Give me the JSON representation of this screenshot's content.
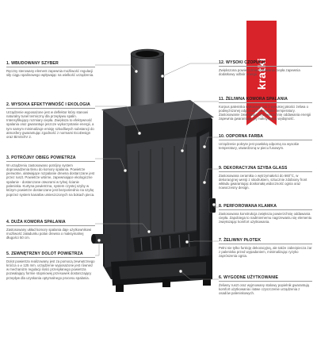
{
  "brand": {
    "name": "kratki",
    "color": "#d8232a"
  },
  "features_left": [
    {
      "title": "1. WBUDOWANY SZYBER",
      "desc": "Ręczny sterowany element zapewnia możliwość regulacji siły ciągu spalinowego wpływając na wielkość urządzenia."
    },
    {
      "title": "2. WYSOKA EFEKTYWNOŚĆ I EKOLOGIA",
      "desc": "Urządzenie wyposażone jest w deflektor który stanowi naturalny tunel termiczny dla przepływu spalin. Intensyfikujący rozmiary ciepła. Zwiększa to efektywność spalania oraz gwarantuje jeszcze wykorzystanie energii, a tym samym minimalizuje emisję szkodliwych substancji do atmosfery gwarantując zgodność z normami EcoDesign oraz BimSchV 2."
    },
    {
      "title": "3. POTRÓJNY OBIEG POWIETRZA",
      "desc": "W urządzeniu zastosowano potrójny system doprowadzenia tlenu do komory spalania. Powietrze pierwotne, ułatwiające rozpalanie drewna dostarczane jest przez ruszt. Powietrze wtórne, zapewniające ekologiczne spalanie - dostarczane otworami w tylnej ścianie paleniska. Kurtyna powietrzna, system czystej szyby w którym powietrze dostarczane jest bezpośrednio na szybę poprzez system kanałów umieszczonych na bokach pieca."
    },
    {
      "title": "4. DUŻA KOMORA SPALANIA",
      "desc": "Zastosowany układ komory spalania daje użytkownikowi możliwość załadunku polan drewna o maksymalnej długości 50 cm."
    },
    {
      "title": "5. ZEWNĘTRZNY DOLOT POWIETRZA",
      "desc": "Dolot powietrza realizowany jest za pomocą zewnętrznego króćca o ⌀ 125 mm. urządzenie wyposażone jest również w mechanizm regulacji ilości przesyłanego powietrza pozwalający formie stopniowej przesuwek dostarczający przepływ dla uzyskania optymalnego procesu spalania."
    }
  ],
  "features_right": [
    {
      "title": "12. WYSOKI CZOPUCH",
      "desc": "Zwiększona powierzchnia oddawania ciepła zapewnia dodatkowy odbiór energii."
    },
    {
      "title": "11. ŻELIWNA KOMORA SPALANIA",
      "desc": "Korpus paleniska wykonany jest z wysokiej jakości żeliwa o podwyższonej odporności na wysokie temperatury. Zastosowanie zwiększającej powierzchnię oddawania energii zapewnia gwarantując jej maksymalną wydajność."
    },
    {
      "title": "10. ODPORNA FARBA",
      "desc": "Urządzenie pokryte jest powłoką odporną na wysokie temperatury, utwardzoną w piecu fusowym."
    },
    {
      "title": "9. DEKORACYJNA SZYBA GLASS",
      "desc": "Zastosowana ceramika o wytrzymałości do 660°C, w dekoracyjnej wersji z sitodrukiem, sztucznie zdobiony front wkładu gwarantując doskonałą widoczność ognia oraz nowoczesny design."
    },
    {
      "title": "8. PERFOROWANA KLAMKA",
      "desc": "Zastosowana konstrukcja zwiększa powierzchnię oddawania ciepła. Zapobiega to nadmiernemu nagrzewaniu się elementu zwiększając komfort użytkowania."
    },
    {
      "title": "7. ŻELIWNY PŁOTEK",
      "desc": "Pełni nie tylko funkcję dekoracyjną, ale także zabezpiecza żar z paleniska przed wypadaniem, minimalizując ryzyko zaprószenia ognia."
    },
    {
      "title": "6. WYGODNE UŻYTKOWANIE",
      "desc": "Żeliwny ruszt oraz wyjmowany stalowy popielnik gwarantują komfort użytkowania i łatwe czyszczenie urządzenia z osadów paleniskowych."
    }
  ],
  "colors": {
    "stove_body": "#2a2b2d",
    "stove_dark": "#111213",
    "glass_edge": "#5a5c60",
    "fire_box": "#3a3c3f",
    "accent": "#d8232a"
  }
}
